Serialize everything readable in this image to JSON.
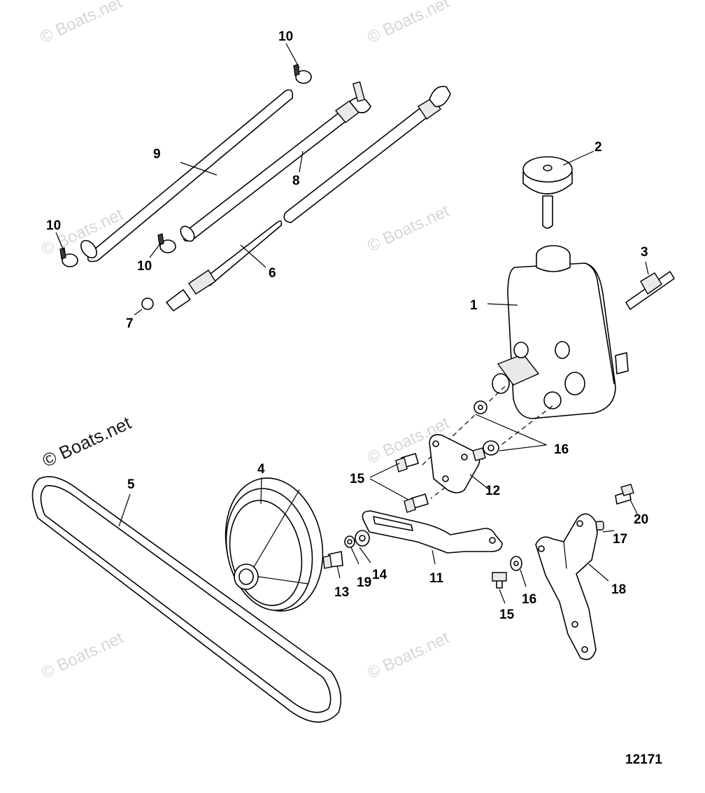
{
  "watermark": {
    "text": "© Boats.net",
    "color_light": "#d6d6d6",
    "color_dark": "#1a1a1a"
  },
  "diagram_number": "12171",
  "callouts": {
    "c1": "1",
    "c2": "2",
    "c3": "3",
    "c4": "4",
    "c5": "5",
    "c6": "6",
    "c7": "7",
    "c8": "8",
    "c9": "9",
    "c10a": "10",
    "c10b": "10",
    "c10c": "10",
    "c11": "11",
    "c12": "12",
    "c13": "13",
    "c14": "14",
    "c15a": "15",
    "c15b": "15",
    "c16a": "16",
    "c16b": "16",
    "c17": "17",
    "c18": "18",
    "c19": "19",
    "c20": "20"
  }
}
